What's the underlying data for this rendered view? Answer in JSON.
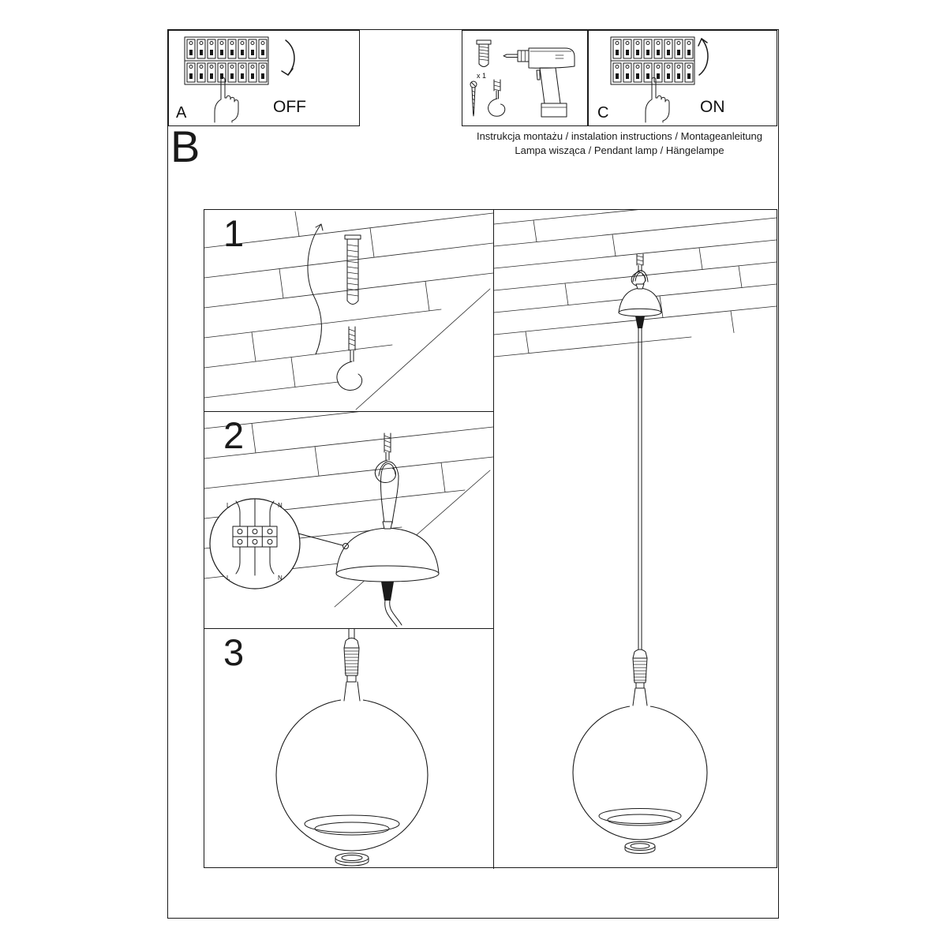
{
  "page": {
    "background": "#ffffff",
    "ink": "#1a1a1a"
  },
  "top_row": {
    "box_a": {
      "corner_label": "A",
      "action_label": "OFF"
    },
    "box_tools": {
      "anchor_count_label": "x 1"
    },
    "box_c": {
      "corner_label": "C",
      "action_label": "ON"
    }
  },
  "heading": {
    "line1": "Instrukcja montażu / instalation instructions / Montageanleitung",
    "line2": "Lampa wisząca / Pendant lamp / Hängelampe",
    "section_label": "B"
  },
  "steps": {
    "step1_label": "1",
    "step2_label": "2",
    "step3_label": "3"
  },
  "wiring_detail": {
    "l_top": "L",
    "n_top": "N",
    "l_bottom": "L",
    "n_bottom": "N"
  }
}
